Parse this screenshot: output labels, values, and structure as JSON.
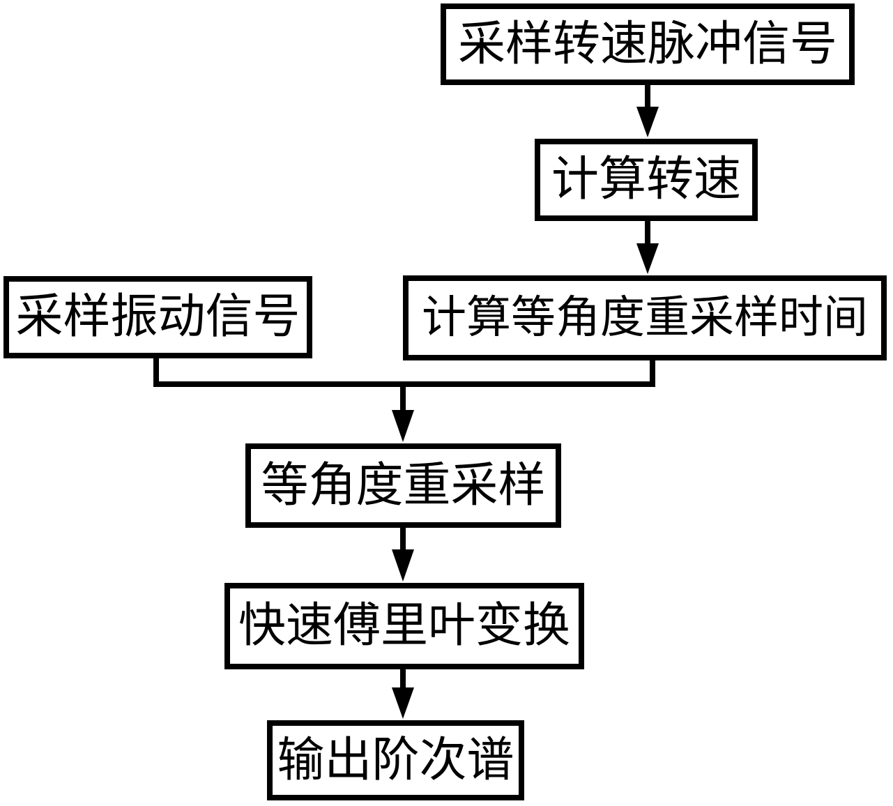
{
  "diagram": {
    "type": "flowchart",
    "colors": {
      "line": "#000000",
      "box_fill": "#ffffff",
      "text": "#000000"
    },
    "nodes": [
      {
        "id": "sample-speed-pulse",
        "label": "采样转速脉冲信号"
      },
      {
        "id": "calc-speed",
        "label": "计算转速"
      },
      {
        "id": "sample-vibration",
        "label": "采样振动信号"
      },
      {
        "id": "calc-resample-time",
        "label": "计算等角度重采样时间"
      },
      {
        "id": "equal-angle-resample",
        "label": "等角度重采样"
      },
      {
        "id": "fft",
        "label": "快速傅里叶变换"
      },
      {
        "id": "output-order-spectrum",
        "label": "输出阶次谱"
      }
    ],
    "edges": [
      {
        "from": "sample-speed-pulse",
        "to": "calc-speed"
      },
      {
        "from": "calc-speed",
        "to": "calc-resample-time"
      },
      {
        "from": "sample-vibration",
        "to": "equal-angle-resample"
      },
      {
        "from": "calc-resample-time",
        "to": "equal-angle-resample"
      },
      {
        "from": "equal-angle-resample",
        "to": "fft"
      },
      {
        "from": "fft",
        "to": "output-order-spectrum"
      }
    ]
  }
}
